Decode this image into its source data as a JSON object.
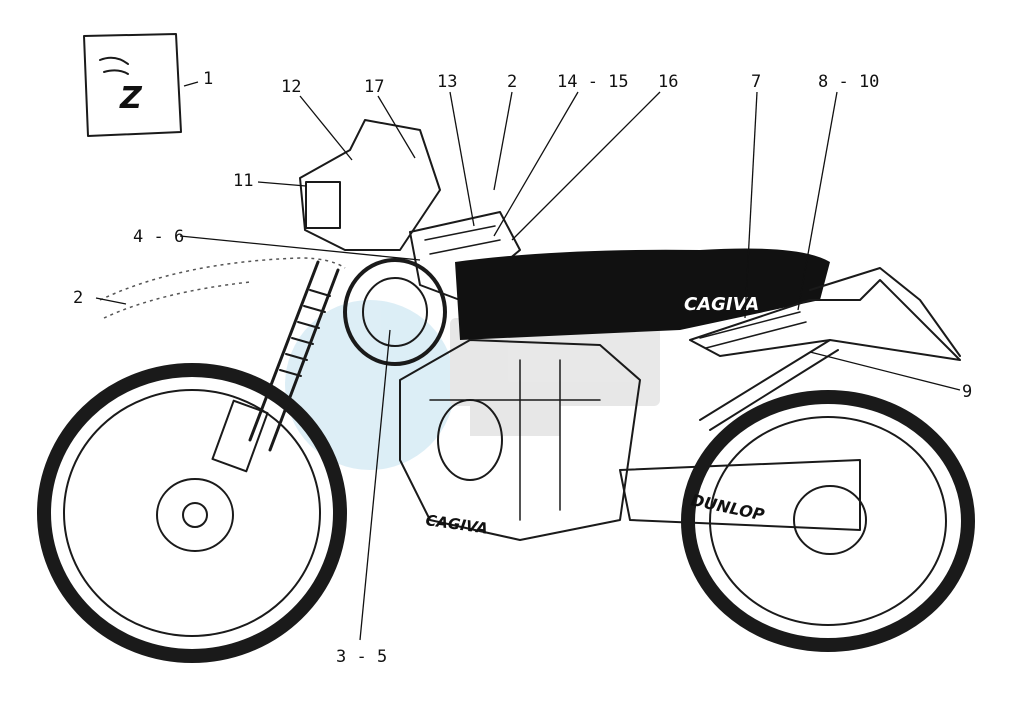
{
  "diagram": {
    "callouts": [
      {
        "id": "1",
        "label": "1"
      },
      {
        "id": "2a",
        "label": "2"
      },
      {
        "id": "2b",
        "label": "2"
      },
      {
        "id": "3-5",
        "label": "3 - 5"
      },
      {
        "id": "4-6",
        "label": "4 - 6"
      },
      {
        "id": "7",
        "label": "7"
      },
      {
        "id": "8-10",
        "label": "8 - 10"
      },
      {
        "id": "9",
        "label": "9"
      },
      {
        "id": "11",
        "label": "11"
      },
      {
        "id": "12",
        "label": "12"
      },
      {
        "id": "13",
        "label": "13"
      },
      {
        "id": "14-15",
        "label": "14 - 15"
      },
      {
        "id": "16",
        "label": "16"
      },
      {
        "id": "17",
        "label": "17"
      }
    ],
    "decals": {
      "tank": "CAGIVA",
      "swingarm": "DUNLOP",
      "engine": "CAGIVA"
    },
    "sheet_mark": "Z"
  }
}
